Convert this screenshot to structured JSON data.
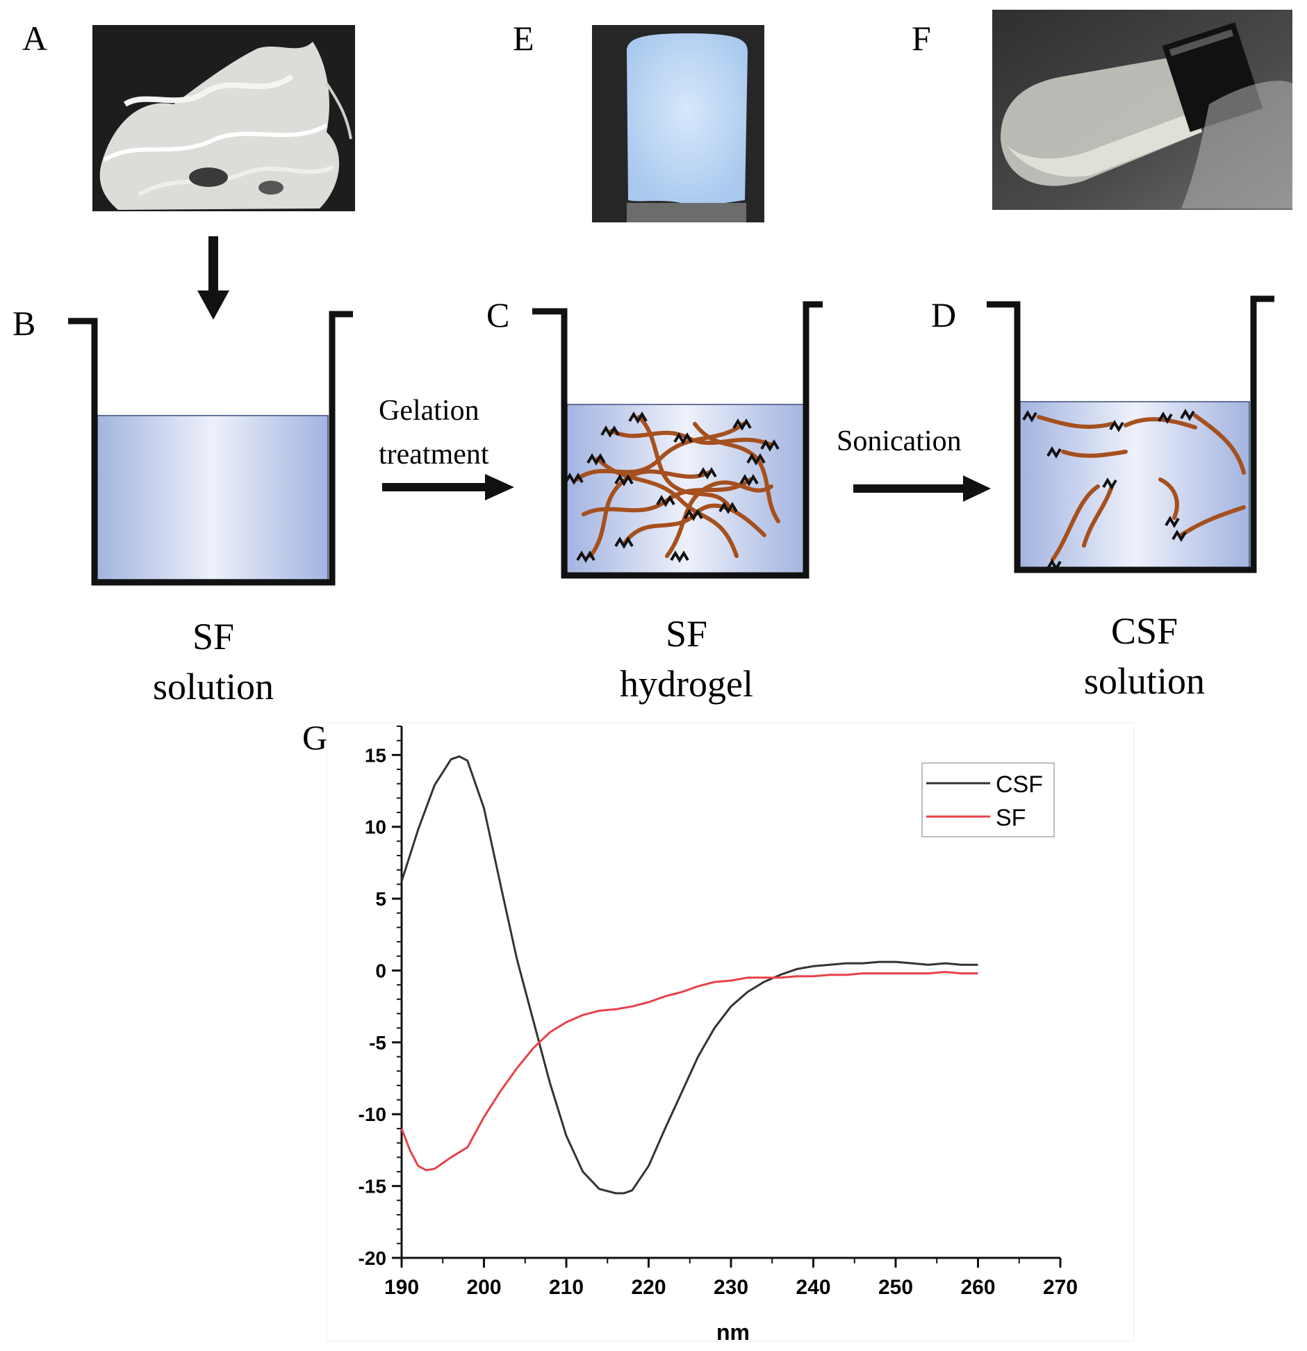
{
  "panels": {
    "A": "A",
    "B": "B",
    "C": "C",
    "D": "D",
    "E": "E",
    "F": "F",
    "G": "G"
  },
  "steps": {
    "gelation_line1": "Gelation",
    "gelation_line2": "treatment",
    "sonication": "Sonication"
  },
  "captions": {
    "b_line1": "SF",
    "b_line2": "solution",
    "c_line1": "SF",
    "c_line2": "hydrogel",
    "d_line1": "CSF",
    "d_line2": "solution"
  },
  "colors": {
    "liquid": "#a9b9e4",
    "fiber": "#a5501e",
    "csf_line": "#333333",
    "sf_line": "#e8414a"
  },
  "chart_data": {
    "type": "line",
    "xlabel": "nm",
    "ylabel": "",
    "xlim": [
      190,
      270
    ],
    "ylim": [
      -20,
      17
    ],
    "xticks": [
      190,
      200,
      210,
      220,
      230,
      240,
      250,
      260,
      270
    ],
    "yticks": [
      -20,
      -15,
      -10,
      -5,
      0,
      5,
      10,
      15
    ],
    "legend_position": "top-right",
    "series": [
      {
        "name": "CSF",
        "x": [
          190,
          192,
          194,
          196,
          197,
          198,
          200,
          202,
          204,
          206,
          208,
          210,
          212,
          214,
          216,
          217,
          218,
          220,
          222,
          224,
          226,
          228,
          230,
          232,
          234,
          236,
          238,
          240,
          242,
          244,
          246,
          248,
          250,
          252,
          254,
          256,
          258,
          260
        ],
        "y": [
          6.2,
          9.8,
          12.9,
          14.7,
          14.9,
          14.6,
          11.3,
          6.0,
          0.8,
          -3.5,
          -7.8,
          -11.5,
          -14.0,
          -15.2,
          -15.5,
          -15.5,
          -15.3,
          -13.6,
          -11.0,
          -8.5,
          -6.0,
          -4.0,
          -2.5,
          -1.5,
          -0.8,
          -0.3,
          0.1,
          0.3,
          0.4,
          0.5,
          0.5,
          0.6,
          0.6,
          0.5,
          0.4,
          0.5,
          0.4,
          0.4
        ]
      },
      {
        "name": "SF",
        "x": [
          190,
          191,
          192,
          193,
          194,
          195,
          196,
          198,
          200,
          202,
          204,
          206,
          208,
          210,
          212,
          214,
          216,
          218,
          220,
          222,
          224,
          226,
          228,
          230,
          232,
          234,
          236,
          238,
          240,
          242,
          244,
          246,
          248,
          250,
          252,
          254,
          256,
          258,
          260
        ],
        "y": [
          -11.0,
          -12.5,
          -13.6,
          -13.9,
          -13.8,
          -13.4,
          -13.0,
          -12.3,
          -10.2,
          -8.4,
          -6.8,
          -5.4,
          -4.3,
          -3.6,
          -3.1,
          -2.8,
          -2.7,
          -2.5,
          -2.2,
          -1.8,
          -1.5,
          -1.1,
          -0.8,
          -0.7,
          -0.5,
          -0.5,
          -0.5,
          -0.4,
          -0.4,
          -0.3,
          -0.3,
          -0.2,
          -0.2,
          -0.2,
          -0.2,
          -0.2,
          -0.1,
          -0.2,
          -0.2
        ]
      }
    ]
  }
}
